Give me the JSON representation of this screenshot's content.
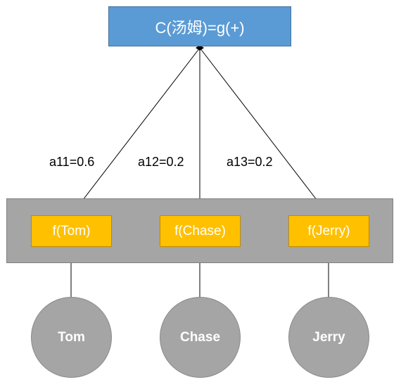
{
  "output_node": {
    "label": "C(汤姆)=g(+)",
    "color": "#5b9bd5"
  },
  "feature_boxes": [
    {
      "label": "f(Tom)"
    },
    {
      "label": "f(Chase)"
    },
    {
      "label": "f(Jerry)"
    }
  ],
  "input_nodes": [
    {
      "label": "Tom"
    },
    {
      "label": "Chase"
    },
    {
      "label": "Jerry"
    }
  ],
  "weights": [
    {
      "label": "a11=0.6"
    },
    {
      "label": "a12=0.2"
    },
    {
      "label": "a13=0.2"
    }
  ],
  "colors": {
    "feature_box": "#ffc000",
    "input_node": "#a5a5a5",
    "band": "#a5a5a5"
  }
}
